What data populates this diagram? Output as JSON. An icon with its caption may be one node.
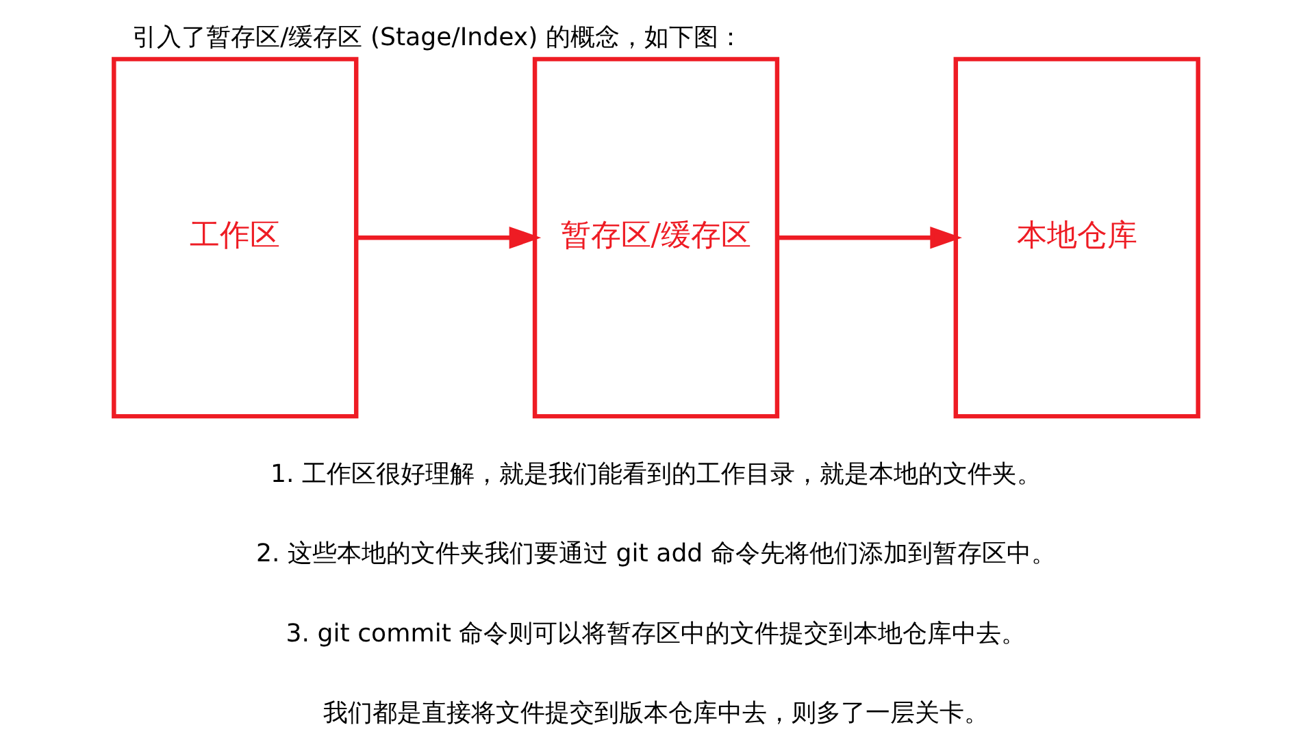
{
  "diagram": {
    "title": "引入了暂存区/缓存区 (Stage/Index) 的概念，如下图：",
    "nodes": [
      {
        "text": [
          "工作区"
        ]
      },
      {
        "text": [
          "暂存区/缓存区"
        ]
      },
      {
        "text": [
          "本地仓库"
        ]
      }
    ],
    "edges": [
      {
        "from": 0,
        "to": 1,
        "arrow": "to",
        "color": "#ee1c24"
      },
      {
        "from": 1,
        "to": 2,
        "arrow": "to",
        "color": "#ee1c24"
      }
    ],
    "labels": [
      "1. 工作区很好理解，就是我们能看到的工作目录，就是本地的文件夹。",
      "2. 这些本地的文件夹我们要通过 git add 命令先将他们添加到暂存区中。",
      "3. git commit 命令则可以将暂存区中的文件提交到本地仓库中去。",
      "我们都是直接将文件提交到版本仓库中去，则多了一层关卡。"
    ]
  }
}
